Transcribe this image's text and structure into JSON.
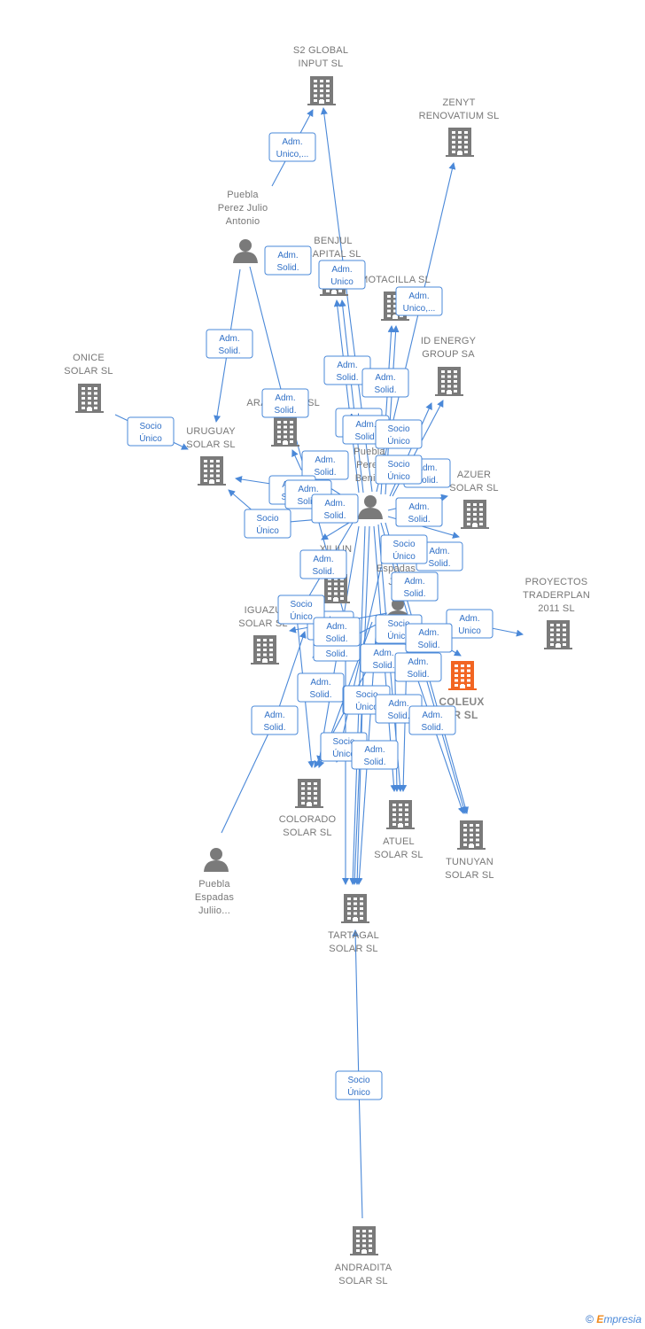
{
  "colors": {
    "edge": "#4a88d8",
    "company": "#7a7a7a",
    "focus": "#f26522",
    "person": "#7a7a7a"
  },
  "nodes": [
    {
      "id": "s2",
      "type": "company",
      "label": [
        "S2 GLOBAL",
        "INPUT  SL"
      ]
    },
    {
      "id": "zenyt",
      "type": "company",
      "label": [
        "ZENYT",
        "RENOVATIUM SL"
      ]
    },
    {
      "id": "pja",
      "type": "person",
      "label": [
        "Puebla",
        "Perez Julio",
        "Antonio"
      ]
    },
    {
      "id": "benjul",
      "type": "company",
      "label": [
        "BENJUL",
        "CAPITAL  SL"
      ]
    },
    {
      "id": "motacilla",
      "type": "company",
      "label": [
        "MOTACILLA SL"
      ]
    },
    {
      "id": "idenergy",
      "type": "company",
      "label": [
        "ID ENERGY",
        "GROUP SA"
      ]
    },
    {
      "id": "onice",
      "type": "company",
      "label": [
        "ONICE",
        "SOLAR  SL"
      ]
    },
    {
      "id": "arauco",
      "type": "company",
      "label": [
        "ARA",
        "SL"
      ]
    },
    {
      "id": "uruguay",
      "type": "company",
      "label": [
        "URUGUAY",
        "SOLAR SL"
      ]
    },
    {
      "id": "ppb",
      "type": "person",
      "label": [
        "Puebla",
        "Perez",
        "Benito"
      ]
    },
    {
      "id": "azuer",
      "type": "company",
      "label": [
        "AZUER",
        "SOLAR  SL"
      ]
    },
    {
      "id": "xiliun",
      "type": "company",
      "label": [
        "XILIUN",
        "SL"
      ]
    },
    {
      "id": "pej",
      "type": "person",
      "label": [
        "P",
        "Espadas",
        "Juli"
      ]
    },
    {
      "id": "proyectos",
      "type": "company",
      "label": [
        "PROYECTOS",
        "TRADERPLAN",
        "2011 SL"
      ]
    },
    {
      "id": "iguazu",
      "type": "company",
      "label": [
        "IGUAZU",
        "SOLAR  SL"
      ]
    },
    {
      "id": "coleux",
      "type": "focus",
      "label": [
        "COLEUX",
        "AR  SL"
      ]
    },
    {
      "id": "colorado",
      "type": "company",
      "label": [
        "COLORADO",
        "SOLAR  SL"
      ]
    },
    {
      "id": "atuel",
      "type": "company",
      "label": [
        "ATUEL",
        "SOLAR  SL"
      ]
    },
    {
      "id": "tunuyan",
      "type": "company",
      "label": [
        "TUNUYAN",
        "SOLAR  SL"
      ]
    },
    {
      "id": "pej2",
      "type": "person",
      "label": [
        "Puebla",
        "Espadas",
        "Juliio..."
      ]
    },
    {
      "id": "tartagal",
      "type": "company",
      "label": [
        "TARTAGAL",
        "SOLAR  SL"
      ]
    },
    {
      "id": "andradita",
      "type": "company",
      "label": [
        "ANDRADITA",
        "SOLAR  SL"
      ]
    }
  ],
  "relations": [
    [
      "Adm.",
      "Unico,..."
    ],
    [
      "Adm.",
      "Solid."
    ],
    [
      "Adm.",
      "Unico"
    ],
    [
      "Adm.",
      "Unico,..."
    ],
    [
      "Adm.",
      "Solid."
    ],
    [
      "Socio",
      "Único"
    ],
    [
      "Adm.",
      "Solid."
    ],
    [
      "Adm.",
      "Solid."
    ],
    [
      "Adm.",
      "Solid."
    ],
    [
      "Adm.",
      "Solid."
    ],
    [
      "Adm.",
      "Solid."
    ],
    [
      "Socio",
      "Único"
    ],
    [
      "Adm.",
      "Solid."
    ],
    [
      "Adm.",
      "Solid."
    ],
    [
      "Socio",
      "Único"
    ],
    [
      "Adm.",
      "Solid."
    ],
    [
      "Adm.",
      "Solid."
    ],
    [
      "Socio",
      "Único"
    ],
    [
      "Adm.",
      "Solid."
    ],
    [
      "Adm.",
      "Solid."
    ],
    [
      "Adm.",
      "Solid."
    ],
    [
      "Socio",
      "Único"
    ],
    [
      "Adm.",
      "Solid."
    ],
    [
      "Adm.",
      "Solid."
    ],
    [
      "Adm.",
      "Solid."
    ],
    [
      "Adm.",
      "Unico"
    ],
    [
      "Socio",
      "Único"
    ],
    [
      "Adm.",
      "Solid."
    ],
    [
      "Adm.",
      "Solid."
    ],
    [
      "Socio",
      "Único"
    ],
    [
      "Adm.",
      "Solid."
    ],
    [
      "Adm.",
      "Solid."
    ],
    [
      "Adm.",
      "Solid."
    ],
    [
      "Adm.",
      "Solid."
    ],
    [
      "Adm.",
      "Solid."
    ],
    [
      "Adm.",
      "Solid."
    ],
    [
      "Socio",
      "Único"
    ],
    [
      "Adm.",
      "Solid."
    ],
    [
      "Socio",
      "Único"
    ],
    [
      "Adm.",
      "Solid."
    ],
    [
      "Adm.",
      "Solid."
    ],
    [
      "Adm.",
      "Solid."
    ],
    [
      "Socio",
      "Único"
    ],
    [
      "Adm.",
      "Solid."
    ],
    [
      "Adm.",
      "Solid."
    ],
    [
      "Adm.",
      "Solid."
    ],
    [
      "Socio",
      "Único"
    ]
  ],
  "footer": {
    "copyright": "©",
    "brand_first": "E",
    "brand_rest": "mpresia"
  }
}
